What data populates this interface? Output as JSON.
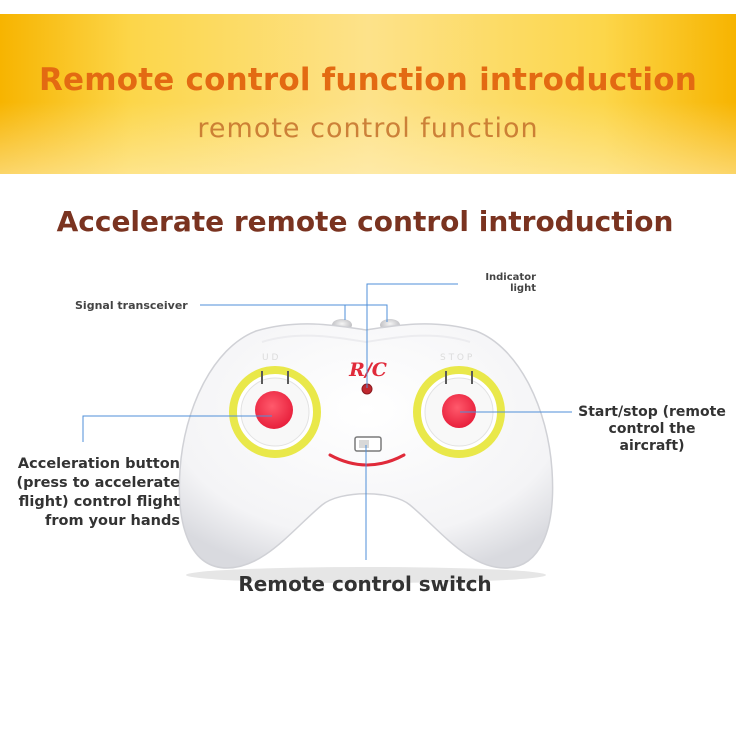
{
  "banner": {
    "title": "Remote control function introduction",
    "subtitle": "remote control function"
  },
  "section_title": "Accelerate remote control introduction",
  "controller": {
    "logo_text": "R/C"
  },
  "callouts": {
    "indicator_light": {
      "line1": "Indicator",
      "line2": "light"
    },
    "signal_transceiver": "Signal transceiver",
    "start_stop": {
      "line1": "Start/stop (remote",
      "line2": "control the",
      "line3": "aircraft)"
    },
    "acceleration": {
      "line1": "Acceleration button",
      "line2": "(press to accelerate",
      "line3": "flight) control flight",
      "line4": "from your hands"
    },
    "switch": "Remote control switch"
  },
  "colors": {
    "banner_title": "#e36a12",
    "section_title": "#7a3320",
    "callout_line": "#4f8fd8",
    "button_red": "#ee2a45",
    "ring_yellow": "#e9e84a"
  }
}
